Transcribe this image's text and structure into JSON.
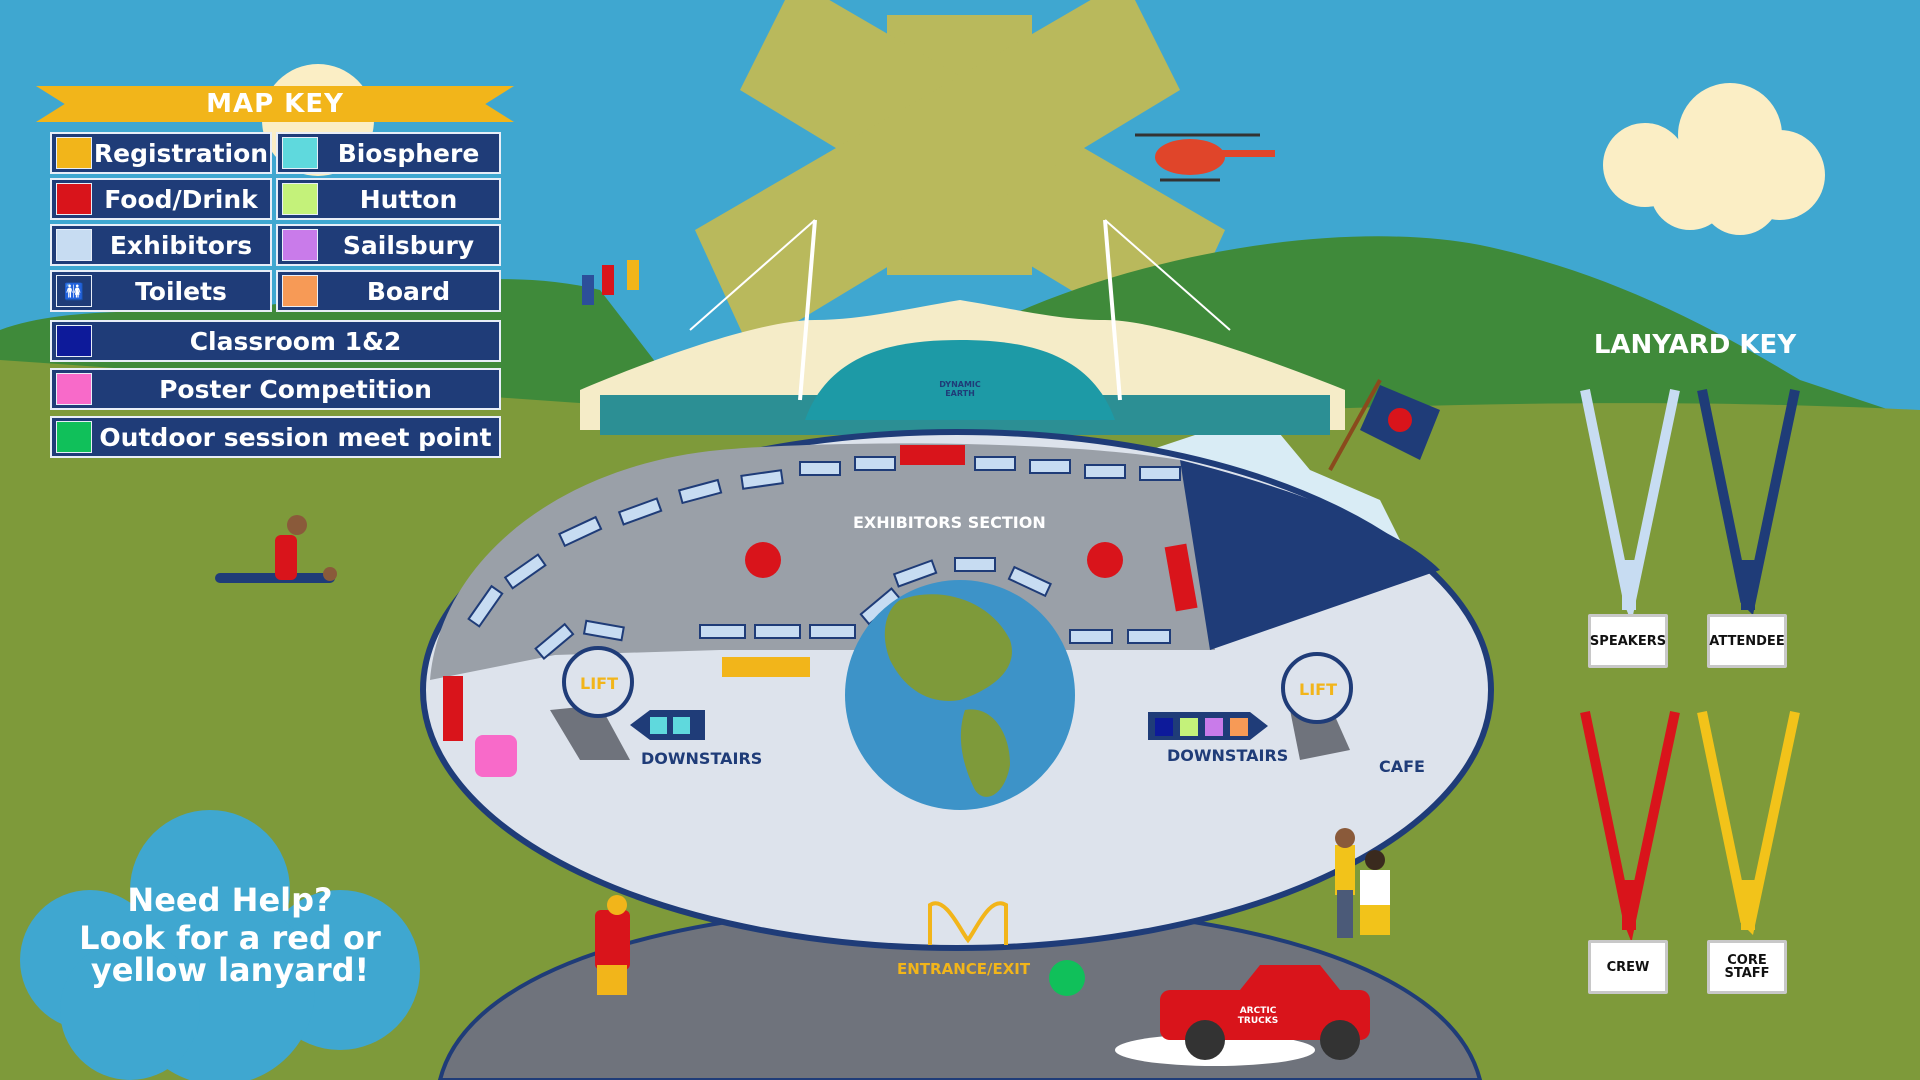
{
  "map_key": {
    "title": "MAP KEY",
    "items": [
      {
        "label": "Registration",
        "color": "#f2b51a",
        "icon": ""
      },
      {
        "label": "Biosphere",
        "color": "#5fd9dd",
        "icon": ""
      },
      {
        "label": "Food/Drink",
        "color": "#d9141b",
        "icon": ""
      },
      {
        "label": "Hutton",
        "color": "#c4f27a",
        "icon": ""
      },
      {
        "label": "Exhibitors",
        "color": "#c7dcf2",
        "icon": ""
      },
      {
        "label": "Sailsbury",
        "color": "#c97bea",
        "icon": ""
      },
      {
        "label": "Toilets",
        "color": "#1f3c78",
        "icon": "toilets-icon"
      },
      {
        "label": "Board",
        "color": "#f79a56",
        "icon": ""
      },
      {
        "label": "Classroom 1&2",
        "color": "#0d1a9a",
        "icon": ""
      },
      {
        "label": "Poster Competition",
        "color": "#f86ac9",
        "icon": ""
      },
      {
        "label": "Outdoor session meet point",
        "color": "#10c05a",
        "icon": ""
      }
    ]
  },
  "lanyard_key": {
    "title": "LANYARD KEY",
    "lanyards": [
      {
        "label": "SPEAKERS",
        "color": "#c7dcf2"
      },
      {
        "label": "ATTENDEE",
        "color": "#1f3c78"
      },
      {
        "label": "CREW",
        "color": "#d9141b"
      },
      {
        "label": "CORE STAFF",
        "color": "#f2c31a"
      }
    ]
  },
  "map": {
    "exhibitors_section": "EXHIBITORS SECTION",
    "lift_left": "LIFT",
    "lift_right": "LIFT",
    "downstairs_left": "DOWNSTAIRS",
    "downstairs_right": "DOWNSTAIRS",
    "cafe": "CAFE",
    "entrance": "ENTRANCE/EXIT",
    "building_sign": "DYNAMIC EARTH"
  },
  "help": {
    "line1": "Need Help?",
    "line2": "Look for a red or",
    "line3": "yellow lanyard!"
  },
  "vehicle_text": "ARCTIC TRUCKS",
  "colors": {
    "sky": "#3fa7d0",
    "grass": "#7e9a3a",
    "key_panel": "#1f3c78",
    "accent": "#f2b51a",
    "floor": "#d5dbe4",
    "exhibit_floor": "#9aa0a8",
    "outline": "#1f3c78"
  }
}
